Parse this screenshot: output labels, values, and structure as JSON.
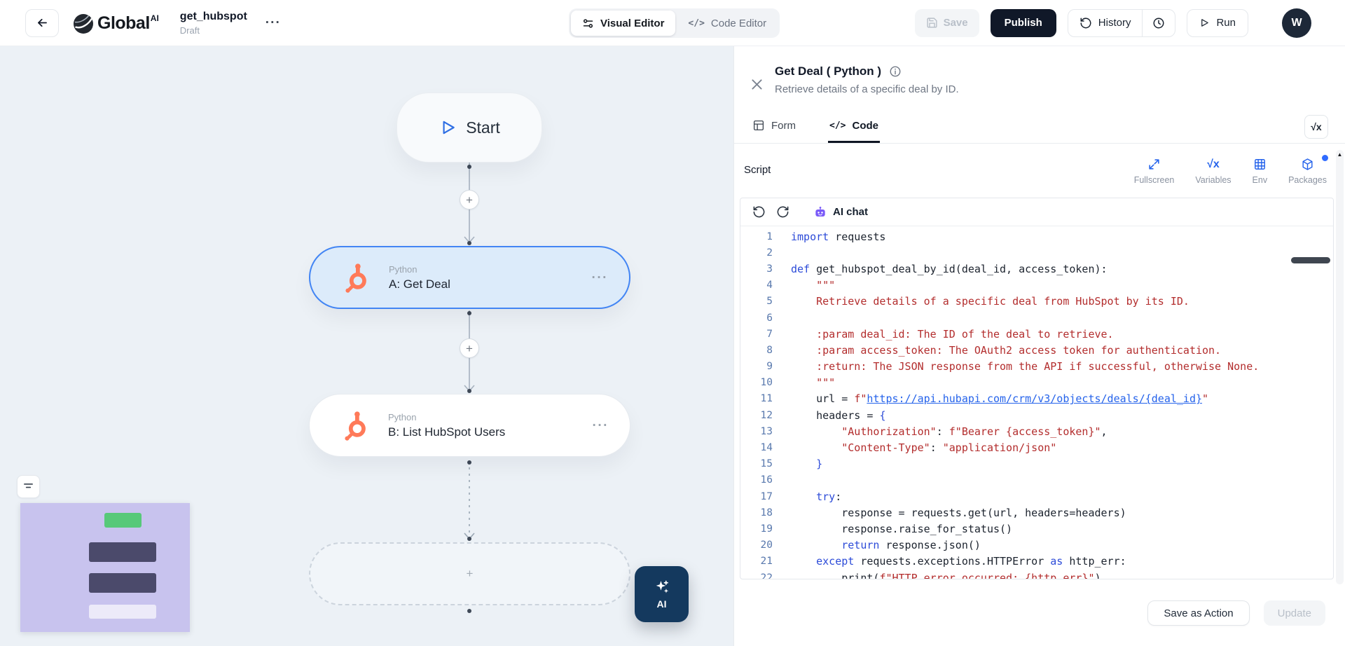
{
  "topbar": {
    "logo_text": "Global",
    "logo_sup": "AI",
    "workflow_name": "get_hubspot",
    "workflow_status": "Draft",
    "visual_editor_label": "Visual Editor",
    "code_editor_label": "Code Editor",
    "save_label": "Save",
    "publish_label": "Publish",
    "history_label": "History",
    "run_label": "Run",
    "avatar_initial": "W"
  },
  "canvas": {
    "start_label": "Start",
    "nodes": [
      {
        "type_label": "Python",
        "label": "A: Get Deal",
        "selected": true
      },
      {
        "type_label": "Python",
        "label": "B: List HubSpot Users",
        "selected": false
      }
    ],
    "ai_button_label": "AI"
  },
  "panel": {
    "title": "Get Deal ( Python )",
    "subtitle": "Retrieve details of a specific deal by ID.",
    "tabs": {
      "form": "Form",
      "code": "Code"
    },
    "script_label": "Script",
    "tools": {
      "fullscreen": "Fullscreen",
      "variables": "Variables",
      "env": "Env",
      "packages": "Packages"
    },
    "ai_chat_label": "AI chat",
    "footer": {
      "save_as_action": "Save as Action",
      "update": "Update"
    }
  },
  "code": {
    "language": "Python",
    "lines": [
      "import requests",
      "",
      "def get_hubspot_deal_by_id(deal_id, access_token):",
      "    \"\"\"",
      "    Retrieve details of a specific deal from HubSpot by its ID.",
      "",
      "    :param deal_id: The ID of the deal to retrieve.",
      "    :param access_token: The OAuth2 access token for authentication.",
      "    :return: The JSON response from the API if successful, otherwise None.",
      "    \"\"\"",
      "    url = f\"https://api.hubapi.com/crm/v3/objects/deals/{deal_id}\"",
      "    headers = {",
      "        \"Authorization\": f\"Bearer {access_token}\",",
      "        \"Content-Type\": \"application/json\"",
      "    }",
      "",
      "    try:",
      "        response = requests.get(url, headers=headers)",
      "        response.raise_for_status()",
      "        return response.json()",
      "    except requests.exceptions.HTTPError as http_err:",
      "        print(f\"HTTP error occurred: {http_err}\")"
    ]
  },
  "icons": {
    "more_horizontal": "···",
    "node_more": "···",
    "plus": "+",
    "sqrt_x": "√x",
    "code_glyph": "</>",
    "scroll_up_arrow": "▲"
  },
  "colors": {
    "accent_blue": "#2563eb",
    "hubspot_orange": "#ff7a59",
    "publish_dark": "#101828",
    "selected_node_bg": "#dcebfa",
    "selected_node_border": "#4285f4",
    "canvas_bg": "#ecf1f6",
    "minimap_bg": "#c8c3ee",
    "code_keyword": "#2c4bd8",
    "code_string": "#b32d2d",
    "code_link": "#2563eb"
  }
}
